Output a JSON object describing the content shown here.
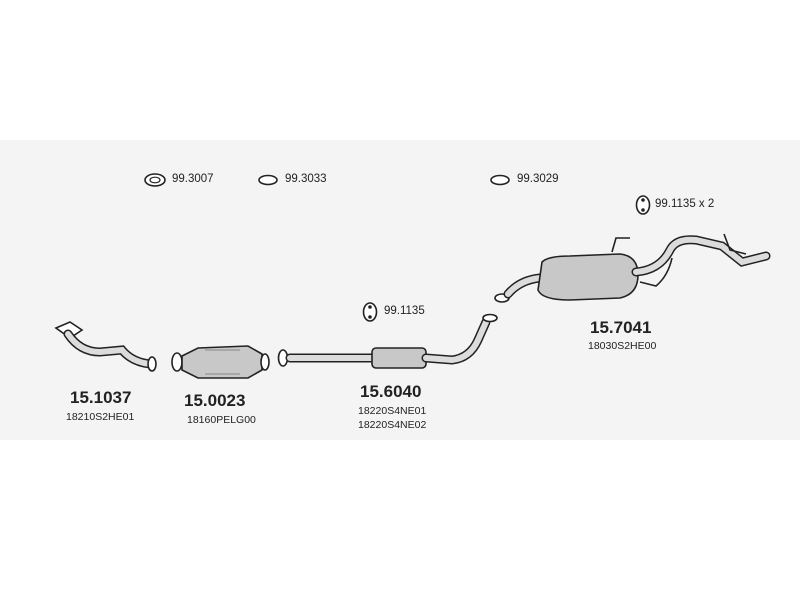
{
  "accessories": [
    {
      "code": "99.3007",
      "icon": "gasket-ring-icon"
    },
    {
      "code": "99.3033",
      "icon": "gasket-oval-icon"
    },
    {
      "code": "99.3029",
      "icon": "gasket-oval-icon"
    },
    {
      "code": "99.1135 x 2",
      "icon": "rubber-mount-icon"
    },
    {
      "code": "99.1135",
      "icon": "rubber-mount-icon"
    }
  ],
  "parts": [
    {
      "number": "15.1037",
      "oem": [
        "18210S2HE01"
      ],
      "type": "front-pipe"
    },
    {
      "number": "15.0023",
      "oem": [
        "18160PELG00"
      ],
      "type": "catalytic-converter"
    },
    {
      "number": "15.6040",
      "oem": [
        "18220S4NE01",
        "18220S4NE02"
      ],
      "type": "center-pipe"
    },
    {
      "number": "15.7041",
      "oem": [
        "18030S2HE00"
      ],
      "type": "rear-muffler"
    }
  ],
  "colors": {
    "line": "#222222",
    "part_fill": "#c8c8c8",
    "panel": "#f4f4f4"
  }
}
